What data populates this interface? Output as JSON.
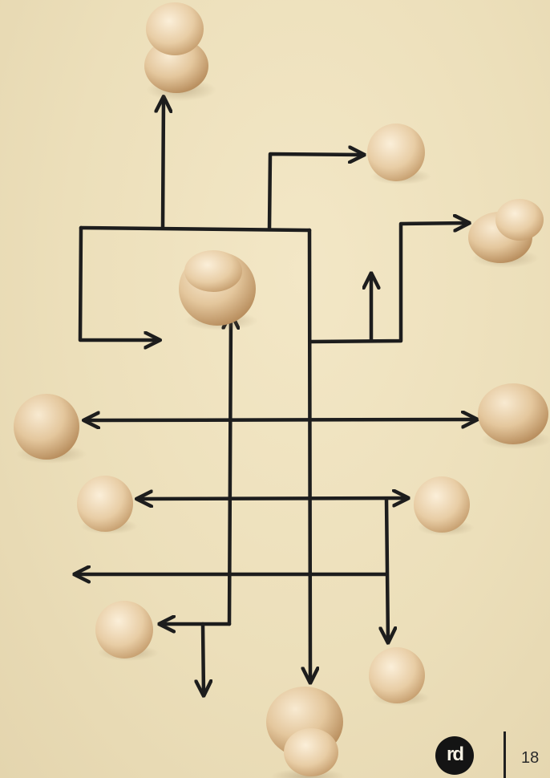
{
  "photo": {
    "subject": "wooden-pegs-with-hand-drawn-arrow-network",
    "background_color": "#ecdfba",
    "line_color": "#1d1d1d",
    "peg_color": "#e6cba4"
  },
  "footer": {
    "logo_text": "rd",
    "page_number": "18"
  }
}
